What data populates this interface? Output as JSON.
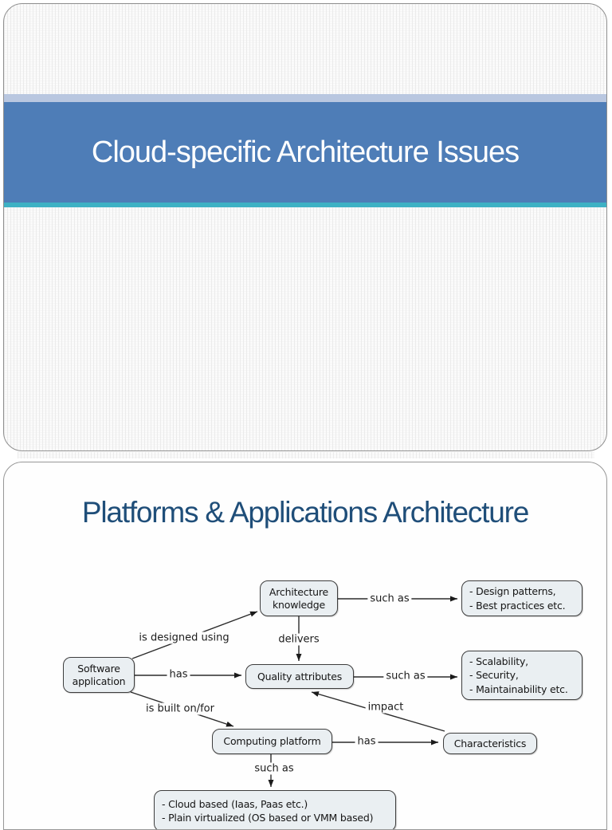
{
  "page": {
    "background": "#ffffff"
  },
  "slide1": {
    "title": "Cloud-specific Architecture Issues",
    "colors": {
      "banner_top_strip": "#b9c7e0",
      "banner_blue": "#4e7db7",
      "banner_teal_strip": "#3eb1c4",
      "title_text": "#ffffff"
    }
  },
  "slide2": {
    "title": "Platforms & Applications Architecture",
    "title_color": "#1f4e79",
    "diagram": {
      "node_fill": "#eaeff2",
      "node_border": "#3d3d3d",
      "nodes": {
        "architecture_knowledge": {
          "line1": "Architecture",
          "line2": "knowledge"
        },
        "design_patterns": {
          "line1": "- Design patterns,",
          "line2": "- Best practices etc."
        },
        "software_application": {
          "line1": "Software",
          "line2": "application"
        },
        "quality_attributes": {
          "text": "Quality attributes"
        },
        "quality_examples": {
          "line1": "- Scalability,",
          "line2": "- Security,",
          "line3": "- Maintainability etc."
        },
        "computing_platform": {
          "text": "Computing platform"
        },
        "characteristics": {
          "text": "Characteristics"
        },
        "platform_examples": {
          "line1": "- Cloud based (Iaas, Paas etc.)",
          "line2": "- Plain virtualized (OS based or VMM based)"
        }
      },
      "edge_labels": {
        "is_designed_using": "is designed using",
        "delivers": "delivers",
        "has_quality": "has",
        "such_as_knowledge": "such as",
        "such_as_quality": "such as",
        "is_built_on_for": "is built on/for",
        "impact": "impact",
        "has_characteristics": "has",
        "such_as_platform": "such as"
      }
    }
  }
}
